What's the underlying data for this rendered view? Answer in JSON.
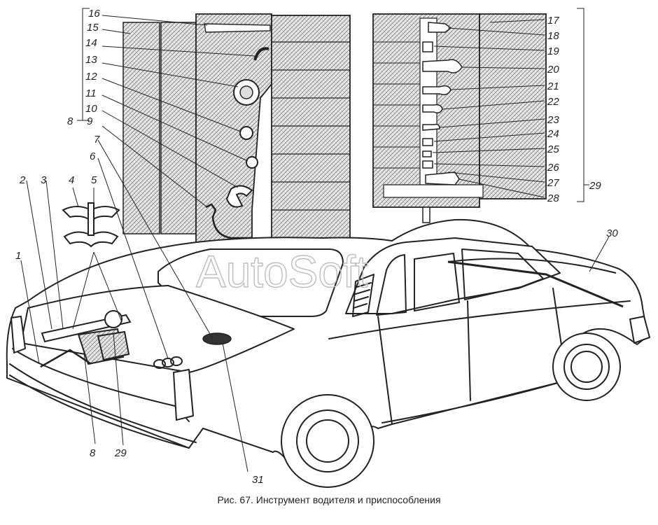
{
  "figure": {
    "caption": "Рис. 67. Инструмент водителя и приспособления",
    "watermark": "AutoSoft",
    "callouts": [
      "1",
      "2",
      "3",
      "4",
      "5",
      "6",
      "7",
      "8",
      "9",
      "10",
      "11",
      "12",
      "13",
      "14",
      "15",
      "16",
      "17",
      "18",
      "19",
      "20",
      "21",
      "22",
      "23",
      "24",
      "25",
      "26",
      "27",
      "28",
      "29",
      "30",
      "31",
      "8",
      "29"
    ]
  }
}
